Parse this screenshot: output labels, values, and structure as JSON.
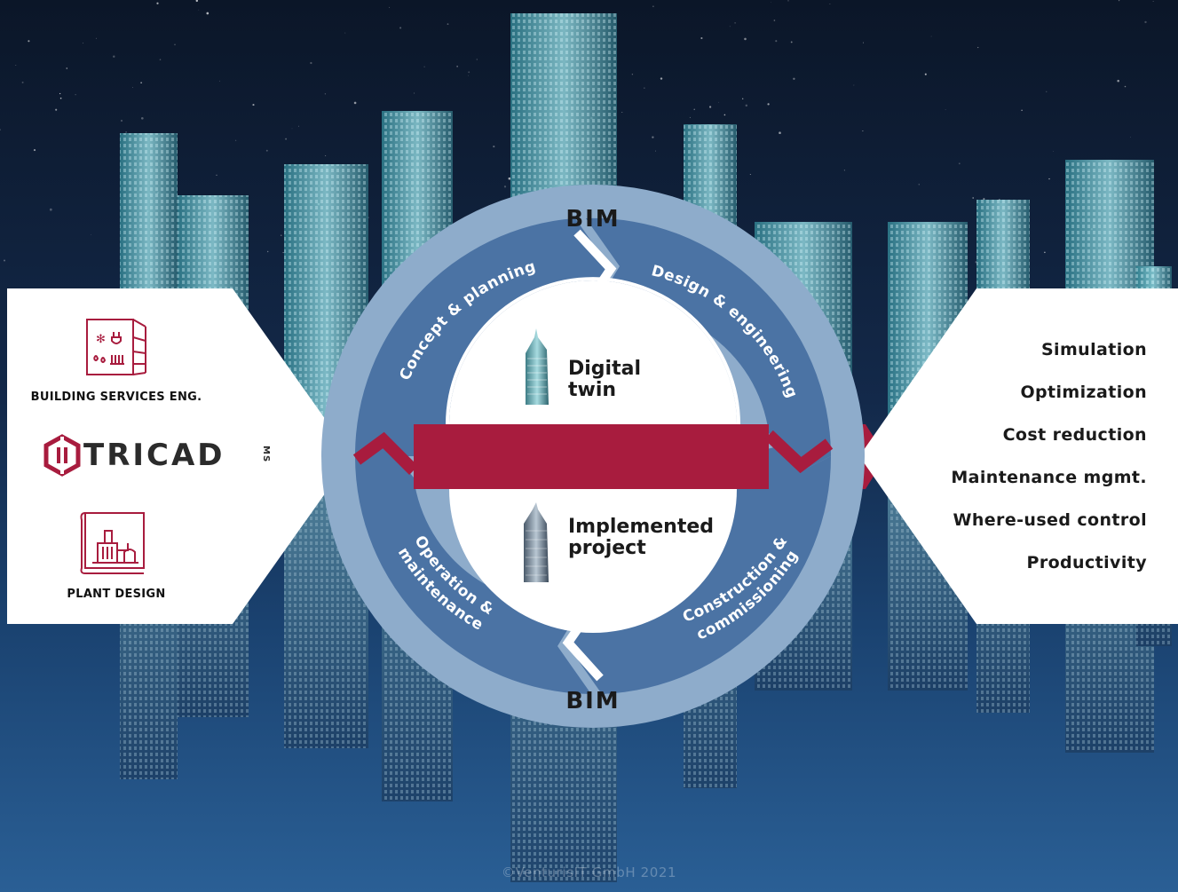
{
  "colors": {
    "ring_outer": "#8eaccb",
    "ring_inner": "#4b73a4",
    "band": "#a81c3e",
    "accent_icon": "#a81c3e",
    "panel": "#ffffff"
  },
  "cycle": {
    "top_label": "BIM",
    "bottom_label": "BIM",
    "phases": [
      "Concept & planning",
      "Design & engineering",
      "Construction &",
      "commissioning",
      "Operation &",
      "maintenance"
    ],
    "center_top": [
      "Digital",
      "twin"
    ],
    "center_bottom": [
      "Implemented",
      "project"
    ]
  },
  "left_panel": {
    "building_label": "BUILDING SERVICES ENG.",
    "logo_text": "TRICAD",
    "logo_suffix": "MS",
    "plant_label": "PLANT DESIGN",
    "icons": [
      "building-services-icon",
      "tricad-logo-icon",
      "plant-design-icon"
    ]
  },
  "benefits": [
    "Simulation",
    "Optimization",
    "Cost reduction",
    "Maintenance mgmt.",
    "Where-used control",
    "Productivity"
  ],
  "footer": "©VenturisIT GmbH 2021"
}
